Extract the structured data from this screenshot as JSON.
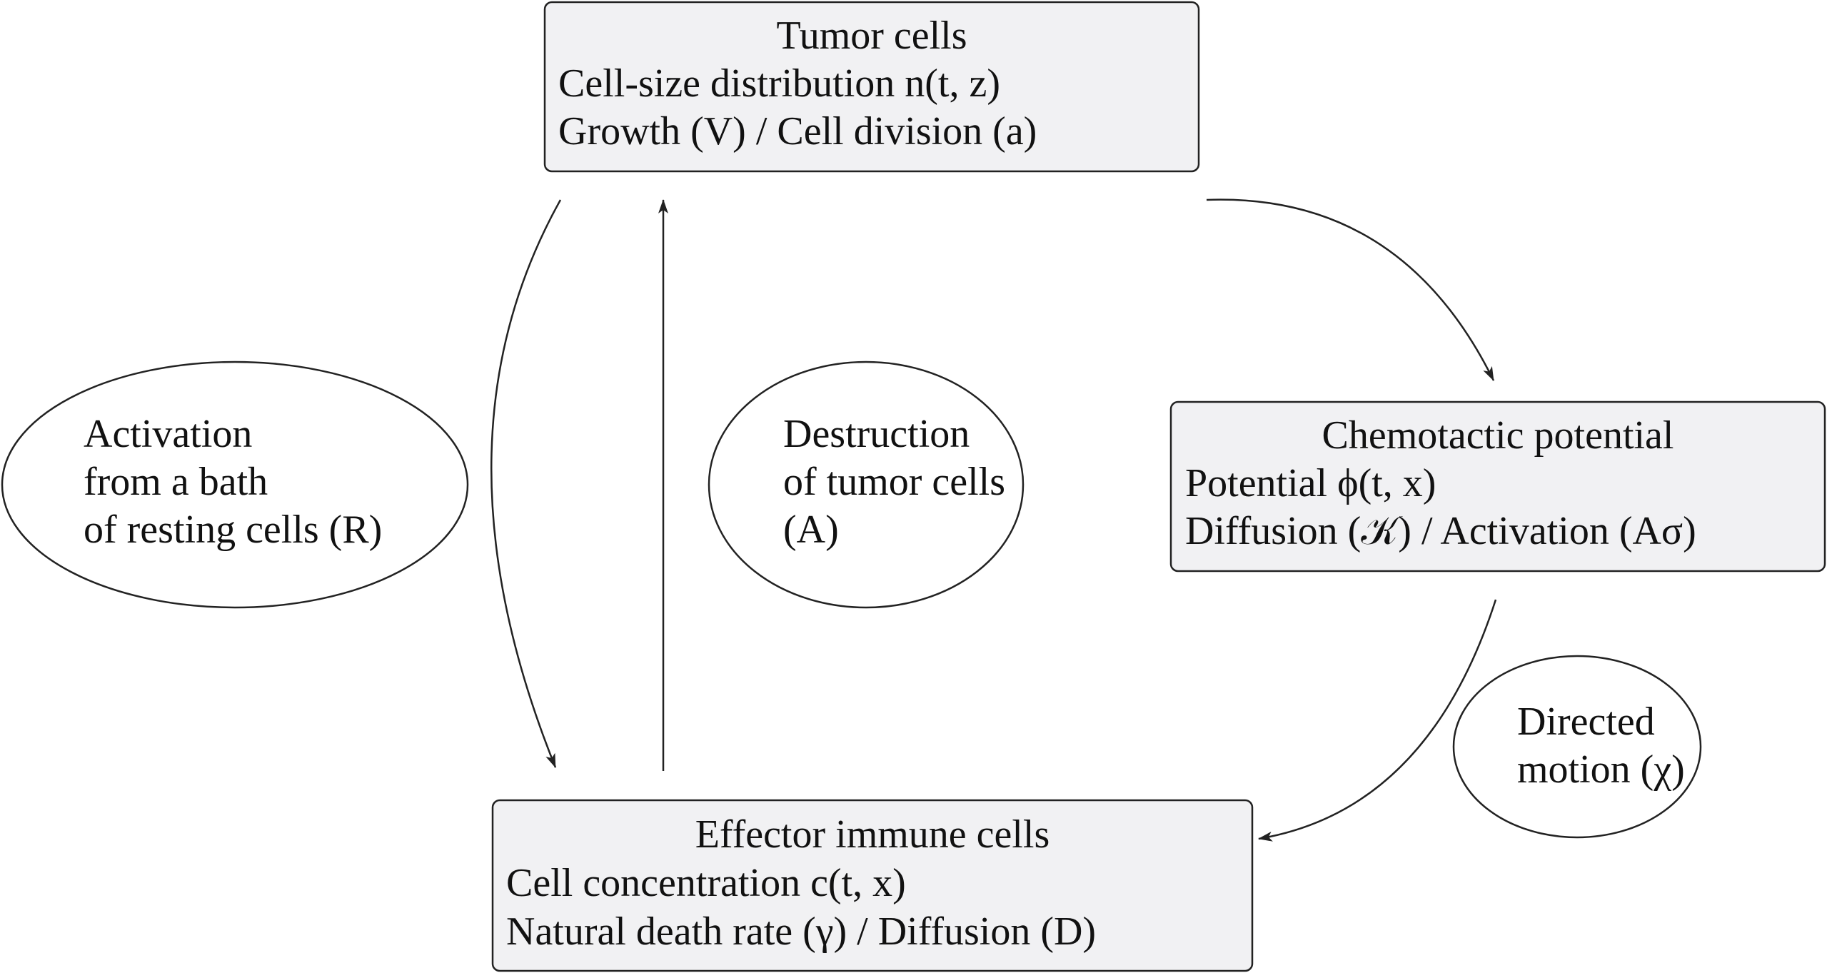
{
  "nodes": {
    "tumor": {
      "title": "Tumor cells",
      "line1": "Cell-size distribution n(t, z)",
      "line2": "Growth (V) / Cell division (a)"
    },
    "chemotactic": {
      "title": "Chemotactic potential",
      "line1": "Potential ϕ(t, x)",
      "line2": "Diffusion (𝒦) / Activation (Aσ)"
    },
    "effector": {
      "title": "Effector immune cells",
      "line1": "Cell concentration c(t, x)",
      "line2": "Natural death rate (γ) / Diffusion (D)"
    }
  },
  "processes": {
    "activation": {
      "line1": "Activation",
      "line2": "from a bath",
      "line3": "of resting cells (R)"
    },
    "destruction": {
      "line1": "Destruction",
      "line2": "of tumor cells",
      "line3": "(A)"
    },
    "directed": {
      "line1": "Directed",
      "line2": "motion (χ)"
    }
  },
  "colors": {
    "box_fill": "#f1f1f3",
    "stroke": "#222222",
    "text": "#111111"
  }
}
